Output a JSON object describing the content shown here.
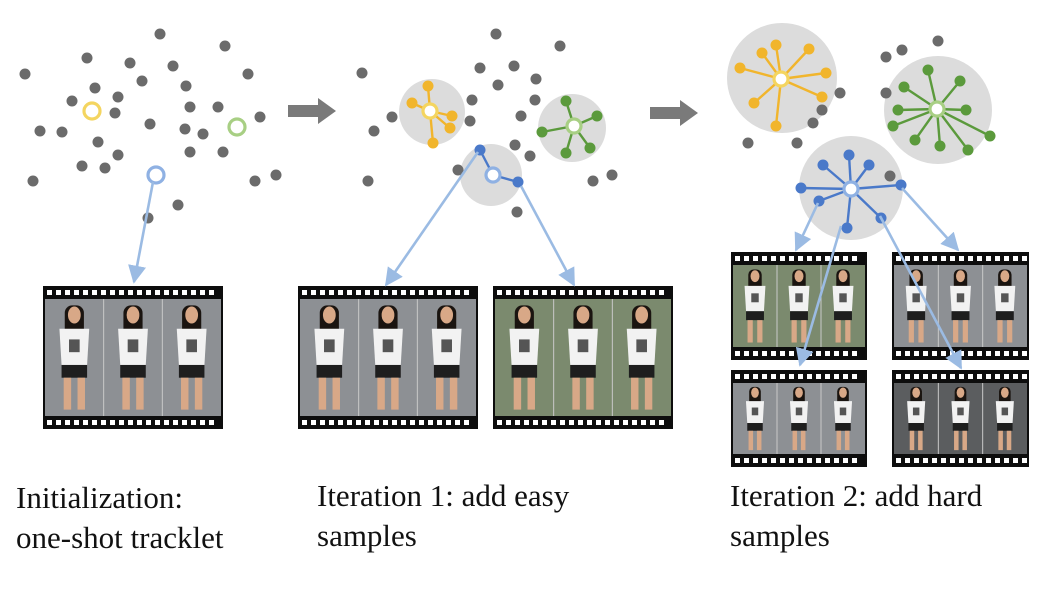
{
  "captions": {
    "initialization": "Initialization:\none-shot tracklet",
    "iteration1": "Iteration 1: add easy\nsamples",
    "iteration2": "Iteration 2: add hard\nsamples"
  },
  "colors": {
    "unlabeled_dot": "#6b6b6b",
    "yellow_cluster": "#f1b52c",
    "yellow_ring": "#f4d560",
    "green_cluster": "#5b9a3c",
    "green_ring": "#a8cf84",
    "blue_cluster": "#4a79c9",
    "blue_ring": "#8fb1e3",
    "cluster_halo": "#dcdcdc",
    "link_arrow": "#9bbbe3",
    "stage_arrow": "#7a7a7a",
    "filmstrip": "#0d0d0d",
    "shirt": "#f2f2f2",
    "shorts": "#1e1e1e",
    "hair": "#1a1410",
    "skin": "#d8a887"
  },
  "icons": [
    "unlabeled-sample-dot",
    "one-shot-ring",
    "stage-arrow-icon",
    "filmstrip-tracklet"
  ]
}
